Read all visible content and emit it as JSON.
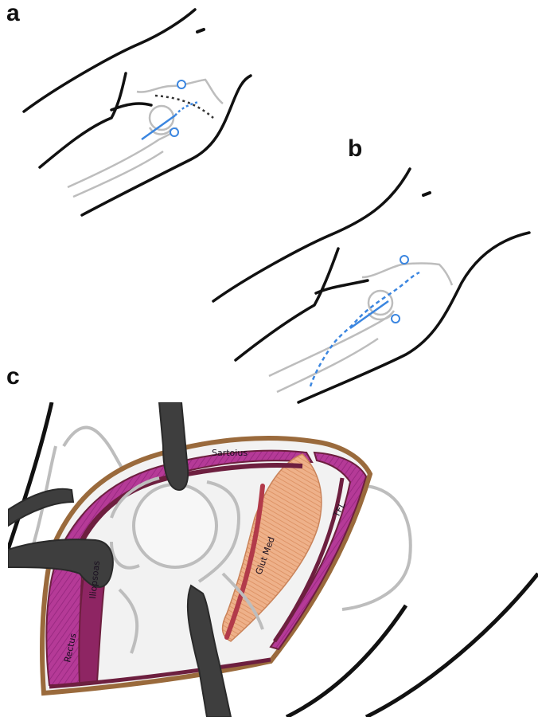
{
  "panels": {
    "a": "a",
    "b": "b",
    "c": "c"
  },
  "muscles": {
    "sartorius": "Sartoius",
    "tfl": "TFL",
    "glut_med": "Glut Med",
    "iliopsoas": "Iliopsoas",
    "rectus": "Rectus"
  },
  "colors": {
    "outline": "#111111",
    "bone": "#bdbdbd",
    "incision": "#3b86e0",
    "dotted_line": "#333333",
    "muscle_purple": "#b0308f",
    "muscle_dark": "#6d1f3f",
    "glut_orange": "#e9a87a",
    "capsule_border": "#9a6a3c",
    "retractor": "#3e3e3e"
  }
}
